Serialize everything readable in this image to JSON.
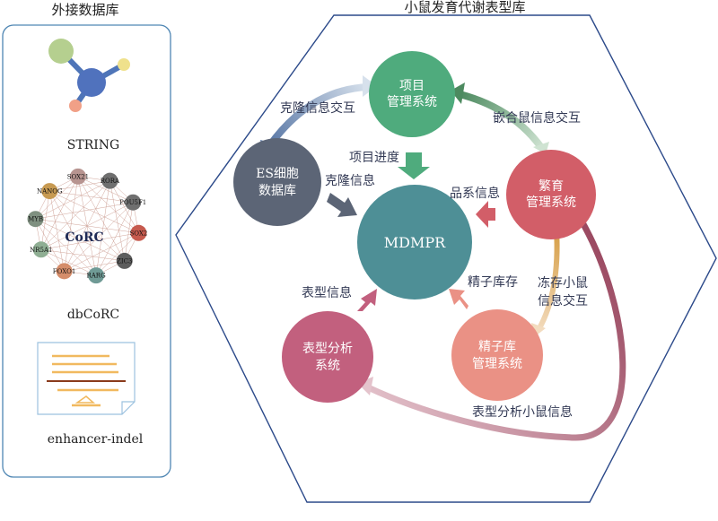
{
  "left_panel": {
    "title": "外接数据库",
    "databases": [
      {
        "id": "string",
        "label": "STRING"
      },
      {
        "id": "dbcorc",
        "label": "dbCoRC",
        "center_label": "CoRC",
        "nodes": [
          "SOX21",
          "RORA",
          "POU5F1",
          "SOX2",
          "ZIC3",
          "RARG",
          "FOXO1",
          "NR5A1",
          "MYB",
          "NANOG"
        ]
      },
      {
        "id": "enhancer",
        "label": "enhancer-indel"
      }
    ]
  },
  "right_panel": {
    "title": "小鼠发育代谢表型库",
    "center": {
      "label": "MDMPR",
      "color": "#4e8f96"
    },
    "modules": [
      {
        "id": "project",
        "lines": [
          "项目",
          "管理系统"
        ],
        "color": "#4fab7d"
      },
      {
        "id": "es",
        "lines": [
          "ES细胞",
          "数据库"
        ],
        "color": "#5c6576"
      },
      {
        "id": "breeding",
        "lines": [
          "繁育",
          "管理系统"
        ],
        "color": "#d25e68"
      },
      {
        "id": "sperm",
        "lines": [
          "精子库",
          "管理系统"
        ],
        "color": "#ea9185"
      },
      {
        "id": "phenotype",
        "lines": [
          "表型分析",
          "系统"
        ],
        "color": "#c2607e"
      }
    ],
    "flow_labels": {
      "project_progress": "项目进度",
      "clone_info": "克隆信息",
      "strain_info": "品系信息",
      "sperm_stock": "精子库存",
      "phenotype_info": "表型信息",
      "clone_exchange": "克隆信息交互",
      "chimera_exchange": "嵌合鼠信息交互",
      "frozen_exchange": [
        "冻存小鼠",
        "信息交互"
      ],
      "phenotype_mouse_info": "表型分析小鼠信息"
    }
  }
}
